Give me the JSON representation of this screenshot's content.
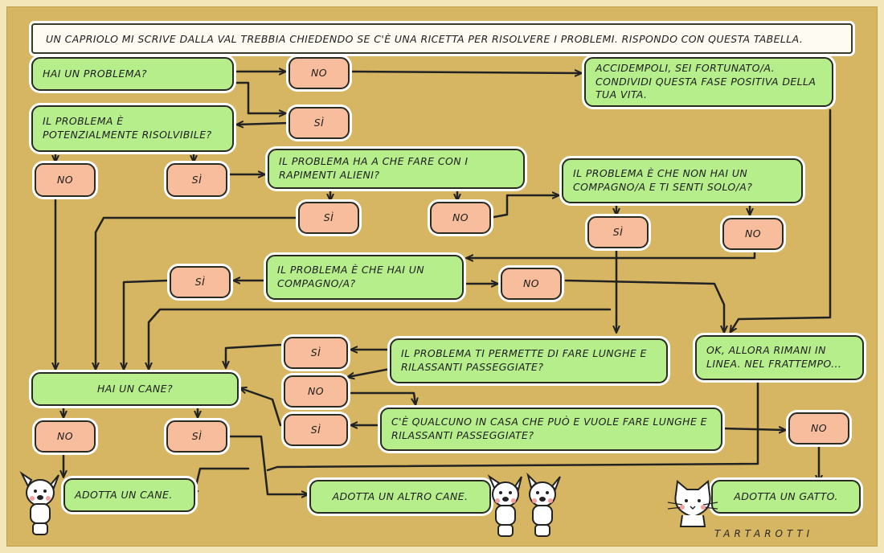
{
  "header": {
    "intro": "Un capriolo mi scrive dalla Val Trebbia chiedendo se c'è una ricetta per risolvere i problemi. Rispondo con questa tabella."
  },
  "questions": {
    "hai_problema": "Hai un problema?",
    "risolvibile": "Il problema è potenzialmente risolvibile?",
    "alieni": "Il problema ha a che fare con i rapimenti alieni?",
    "solo": "Il problema è che non hai un compagno/a e ti senti solo/a?",
    "compagno": "Il problema è che hai un compagno/a?",
    "passeggiate": "Il problema ti permette di fare lunghe e rilassanti passeggiate?",
    "qualcuno": "C'è qualcuno in casa che può e vuole fare lunghe e rilassanti passeggiate?",
    "hai_cane": "Hai un cane?"
  },
  "outcomes": {
    "fortunato": "Accidempoli, sei fortunato/a. Condividi questa fase positiva della tua vita.",
    "linea": "Ok, allora rimani in linea. Nel frattempo...",
    "adotta_cane": "Adotta un cane.",
    "adotta_altro": "Adotta un altro cane.",
    "adotta_gatto": "Adotta un gatto."
  },
  "answers": {
    "yes": "Sì",
    "no": "No"
  },
  "credit": {
    "signature": "TARTAROTTI"
  },
  "colors": {
    "background": "#d6b662",
    "question_box": "#b6ee8c",
    "answer_box": "#f7bd9c",
    "outline": "#2a2a22"
  }
}
